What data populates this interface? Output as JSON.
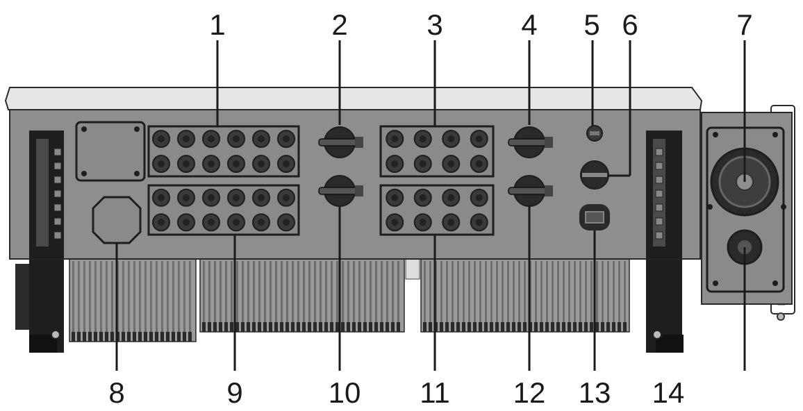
{
  "callouts": [
    {
      "label": "1"
    },
    {
      "label": "2"
    },
    {
      "label": "3"
    },
    {
      "label": "4"
    },
    {
      "label": "5"
    },
    {
      "label": "6"
    },
    {
      "label": "7"
    },
    {
      "label": "8"
    },
    {
      "label": "9"
    },
    {
      "label": "10"
    },
    {
      "label": "11"
    },
    {
      "label": "12"
    },
    {
      "label": "13"
    },
    {
      "label": "14"
    }
  ],
  "colors": {
    "body": "#8e8e8e",
    "lid": "#e6e6e6",
    "outline": "#2a2a2a",
    "dark": "#1e1e1e",
    "connector": "#3a3a3a",
    "fin": "#6e6e6e"
  }
}
